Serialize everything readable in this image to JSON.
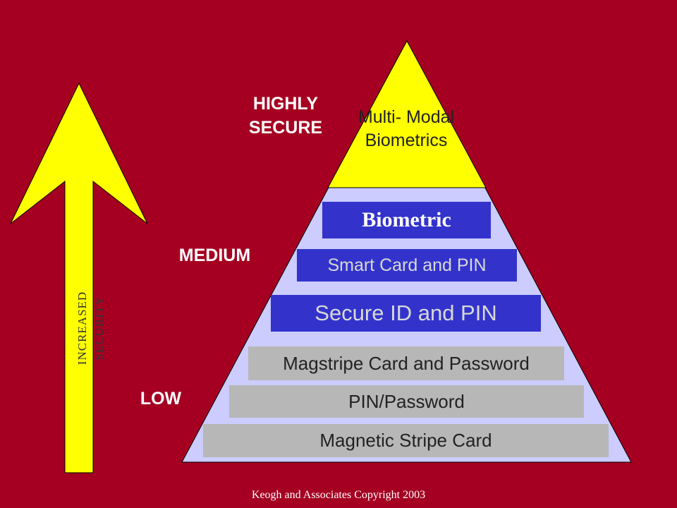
{
  "levels": {
    "high": "HIGHLY SECURE",
    "medium": "MEDIUM",
    "low": "LOW"
  },
  "apex_label": "Multi- Modal Biometrics",
  "tiers": [
    {
      "label": "Biometric",
      "style": "blue",
      "text_color": "#ffffff"
    },
    {
      "label": "Smart Card and PIN",
      "style": "blue",
      "text_color": "#d0d0d0"
    },
    {
      "label": "Secure ID and PIN",
      "style": "blue",
      "text_color": "#d0d0d0"
    },
    {
      "label": "Magstripe Card and Password",
      "style": "gray",
      "text_color": "#222222"
    },
    {
      "label": "PIN/Password",
      "style": "gray",
      "text_color": "#222222"
    },
    {
      "label": "Magnetic Stripe Card",
      "style": "gray",
      "text_color": "#222222"
    }
  ],
  "arrow_label": "INCREASED SECURITY",
  "footer": "Keogh and Associates Copyright 2003",
  "colors": {
    "background": "#a50021",
    "pyramid": "#ccccff",
    "apex": "#ffff00",
    "arrow": "#ffff00",
    "bar_blue": "#3333cc",
    "bar_gray": "#b7b7b7"
  }
}
